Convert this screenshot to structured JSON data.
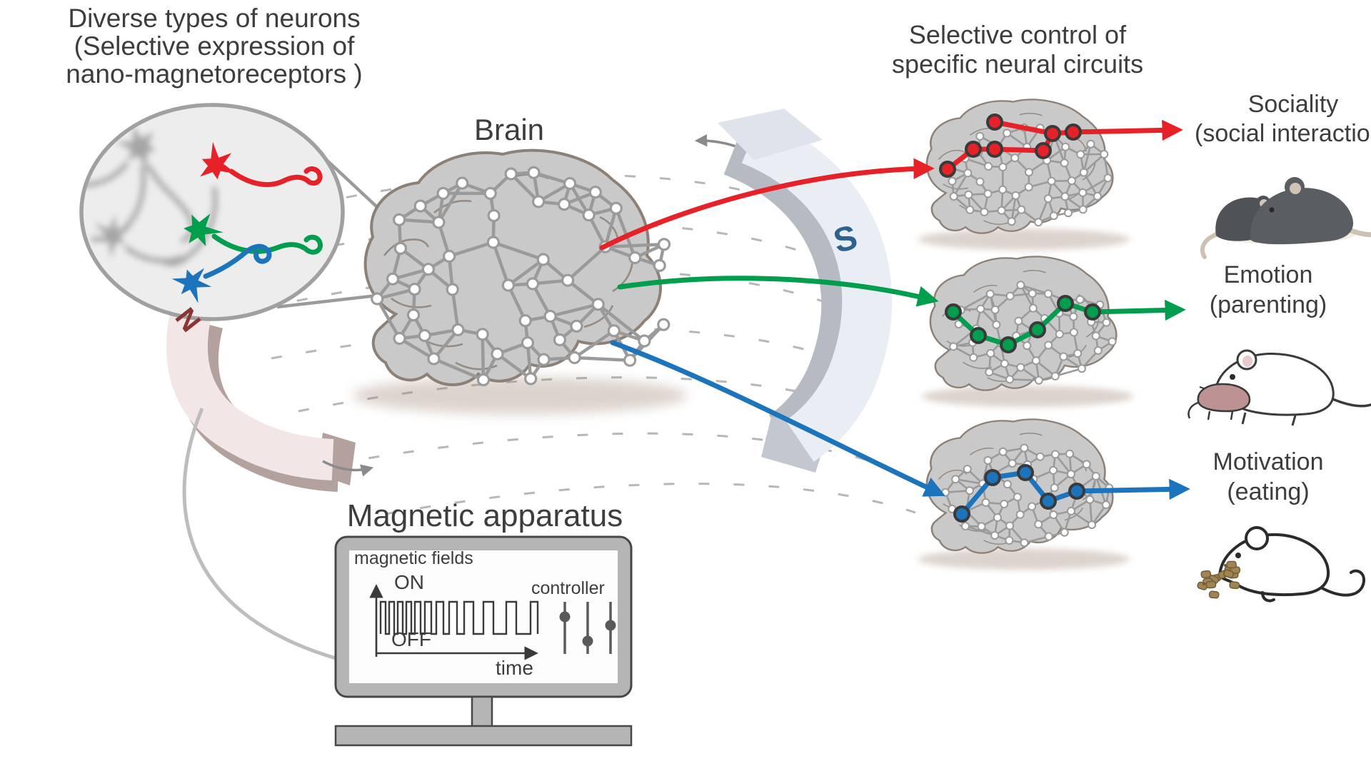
{
  "colors": {
    "red": "#e62228",
    "green": "#009e4d",
    "blue": "#1b74bc",
    "brain_fill": "#c9c9c9",
    "magnet_n_letter": "#8b3434",
    "magnet_s_letter": "#2d618f"
  },
  "left_panel": {
    "title_line1": "Diverse types of neurons",
    "title_line2": "(Selective expression of",
    "title_line3": "nano-magnetoreceptors )"
  },
  "brain_label": "Brain",
  "magnets": {
    "north": "N",
    "south": "S"
  },
  "right_panel": {
    "title_line1": "Selective control of",
    "title_line2": "specific neural circuits"
  },
  "outputs": [
    {
      "circuit_color": "#e62228",
      "line1": "Sociality",
      "line2": "(social interaction)"
    },
    {
      "circuit_color": "#009e4d",
      "line1": "Emotion",
      "line2": "(parenting)"
    },
    {
      "circuit_color": "#1b74bc",
      "line1": "Motivation",
      "line2": "(eating)"
    }
  ],
  "apparatus": {
    "title": "Magnetic apparatus",
    "screen_label": "magnetic fields",
    "on": "ON",
    "off": "OFF",
    "time": "time",
    "controller": "controller"
  }
}
